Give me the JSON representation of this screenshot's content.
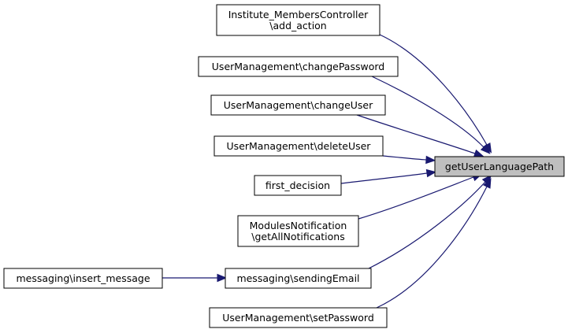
{
  "diagram": {
    "colors": {
      "edge": "#191970",
      "focus_fill": "#bfbfbf",
      "node_fill": "#ffffff",
      "node_border": "#000000"
    },
    "target": {
      "name": "getUserLanguagePath",
      "lines": [
        "getUserLanguagePath"
      ]
    },
    "callers": [
      {
        "id": "institute-add-action",
        "lines": [
          "Institute_MembersController",
          "\\add_action"
        ]
      },
      {
        "id": "change-password",
        "lines": [
          "UserManagement\\changePassword"
        ]
      },
      {
        "id": "change-user",
        "lines": [
          "UserManagement\\changeUser"
        ]
      },
      {
        "id": "delete-user",
        "lines": [
          "UserManagement\\deleteUser"
        ]
      },
      {
        "id": "first-decision",
        "lines": [
          "first_decision"
        ]
      },
      {
        "id": "get-all-notifications",
        "lines": [
          "ModulesNotification",
          "\\getAllNotifications"
        ]
      },
      {
        "id": "sending-email",
        "lines": [
          "messaging\\sendingEmail"
        ]
      },
      {
        "id": "set-password",
        "lines": [
          "UserManagement\\setPassword"
        ]
      }
    ],
    "second_level": [
      {
        "id": "insert-message",
        "lines": [
          "messaging\\insert_message"
        ],
        "calls": "sending-email"
      }
    ]
  }
}
